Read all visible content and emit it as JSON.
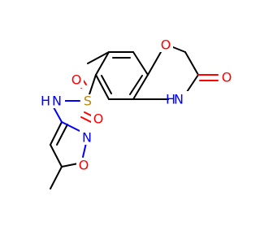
{
  "molecule": {
    "atoms": {
      "O_ring": "O",
      "O_carbonyl": "O",
      "NH_ring": "H",
      "N_ring_label": "N",
      "S": "S",
      "O_sulfonyl_top": "O",
      "O_sulfonyl_bottom": "O",
      "N_sulfonamide": "N",
      "H_sulfonamide": "H",
      "N_isoxazole": "N",
      "O_isoxazole": "O"
    }
  },
  "colors": {
    "carbon": "#000000",
    "oxygen": "#ff0000",
    "nitrogen": "#0000ff",
    "sulfur": "#b8860b",
    "background": "#ffffff"
  }
}
